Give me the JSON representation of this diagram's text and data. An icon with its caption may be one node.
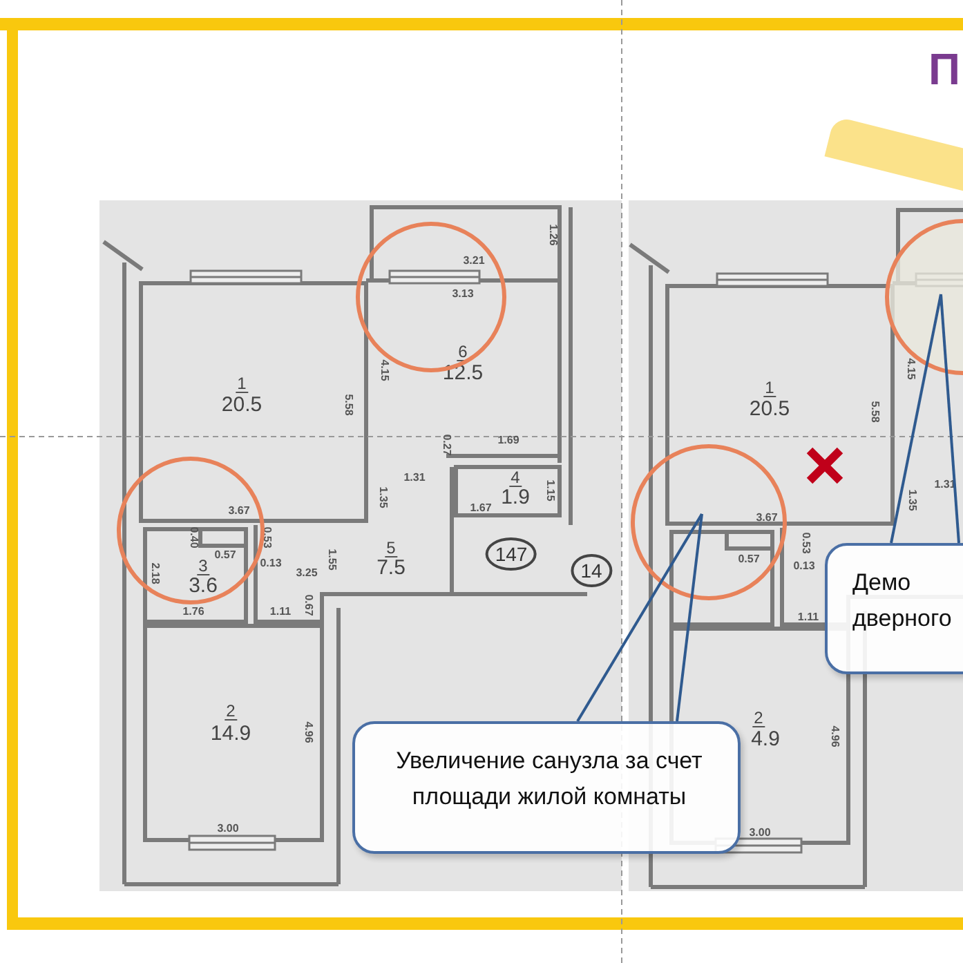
{
  "diagram": {
    "title": "П",
    "nodes": [
      {
        "text": [],
        "shape": "circle"
      },
      {
        "text": [],
        "shape": "circle"
      },
      {
        "text": [],
        "shape": "circle"
      },
      {
        "text": [],
        "shape": "circle"
      },
      {
        "text": [
          "Увеличение санузла за счет площади жилой комнаты"
        ]
      },
      {
        "text": [
          "Демо дверного"
        ]
      }
    ],
    "edges": [
      {
        "from": 4,
        "to": 2,
        "arrow": "none"
      },
      {
        "from": 4,
        "to": 2,
        "arrow": "none"
      },
      {
        "from": 5,
        "to": 3,
        "arrow": "none"
      },
      {
        "from": 5,
        "to": 3,
        "arrow": "none"
      }
    ],
    "labels": [
      "3.21",
      "1.26",
      "3.13",
      "6",
      "12.5",
      "4.15",
      "1",
      "20.5",
      "5.58",
      "1.69",
      "0.27",
      "1.31",
      "4",
      "1.9",
      "1.15",
      "1.35",
      "1.67",
      "3.67",
      "0.40",
      "0.53",
      "0.57",
      "0.13",
      "1.55",
      "5",
      "7.5",
      "147",
      "14",
      "2.18",
      "3",
      "3.6",
      "3.25",
      "1.76",
      "1.11",
      "0.67",
      "2",
      "14.9",
      "4.96",
      "3.00",
      "1",
      "20.5",
      "4.15",
      "5.58",
      "1.31",
      "1.35",
      "3.67",
      "0.53",
      "0.57",
      "0.13",
      "1.11",
      "2",
      "4.9",
      "4.96",
      "3.00"
    ]
  }
}
